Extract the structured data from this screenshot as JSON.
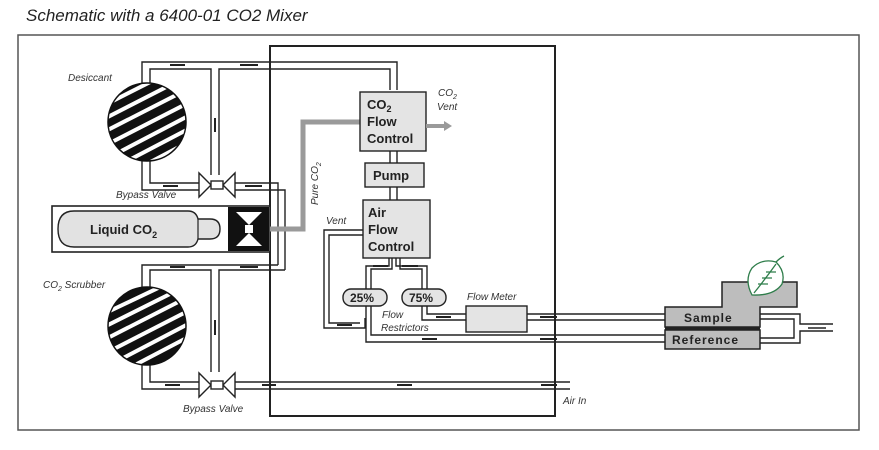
{
  "title": "Schematic with a 6400-01 CO2 Mixer",
  "colors": {
    "line": "#222222",
    "box_fill": "#e4e4e4",
    "chamber_fill": "#bdbdbd",
    "pure_co2_line": "#9a9a9a",
    "leaf": "#2e7d4a"
  },
  "labels": {
    "desiccant": "Desiccant",
    "bypass_valve_top": "Bypass Valve",
    "liquid_co2": "Liquid CO",
    "liquid_co2_sub": "2",
    "co2_scrubber": "CO",
    "co2_scrubber_sub": "2",
    "co2_scrubber_rest": " Scrubber",
    "bypass_valve_bottom": "Bypass Valve",
    "pure_co2": "Pure CO",
    "pure_co2_sub": "2",
    "co2_flow_control_line1": "CO",
    "co2_flow_control_sub": "2",
    "co2_flow_control_line2": "Flow",
    "co2_flow_control_line3": "Control",
    "co2_vent_line1": "CO",
    "co2_vent_sub": "2",
    "co2_vent_line2": "Vent",
    "pump": "Pump",
    "vent": "Vent",
    "air_flow_control_line1": "Air",
    "air_flow_control_line2": "Flow",
    "air_flow_control_line3": "Control",
    "restrictor_25": "25%",
    "restrictor_75": "75%",
    "flow_restrictors_line1": "Flow",
    "flow_restrictors_line2": "Restrictors",
    "flow_meter": "Flow Meter",
    "sample": "Sample",
    "reference": "Reference",
    "air_in": "Air In"
  }
}
